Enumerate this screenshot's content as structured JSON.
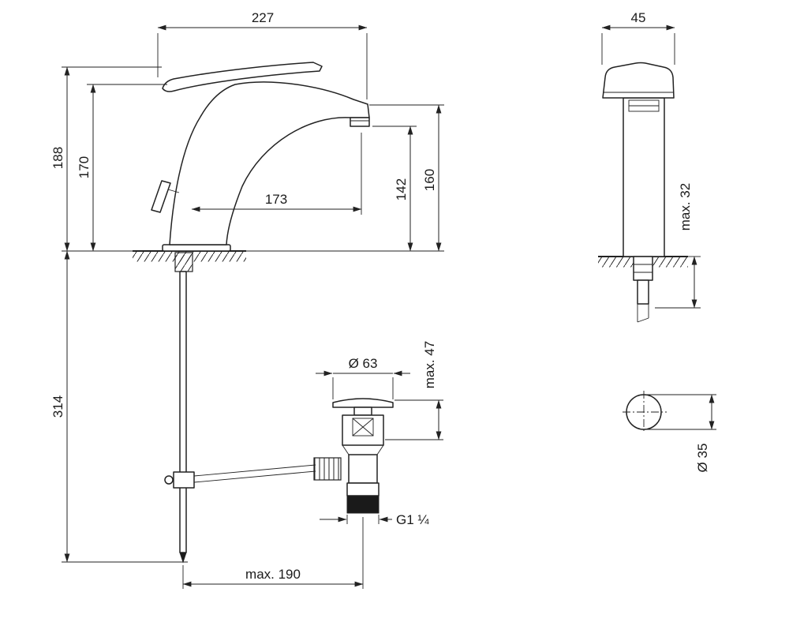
{
  "page": {
    "background": "#ffffff",
    "line_color": "#222222",
    "type": "technical-dimension-drawing",
    "subject": "single-lever basin mixer faucet with pop-up waste, front and side views"
  },
  "dimensions": {
    "overall_width": "227",
    "spout_reach": "173",
    "overall_height": "188",
    "body_height": "170",
    "outlet_height": "142",
    "spout_height": "160",
    "rod_length": "314",
    "rod_reach_max": "max. 190",
    "drain_cap_diameter": "Ø 63",
    "drain_height_max": "max. 47",
    "drain_thread": "G1 ¼",
    "body_width": "45",
    "deck_thickness_max": "max. 32",
    "drain_pipe_diameter": "Ø 35"
  }
}
